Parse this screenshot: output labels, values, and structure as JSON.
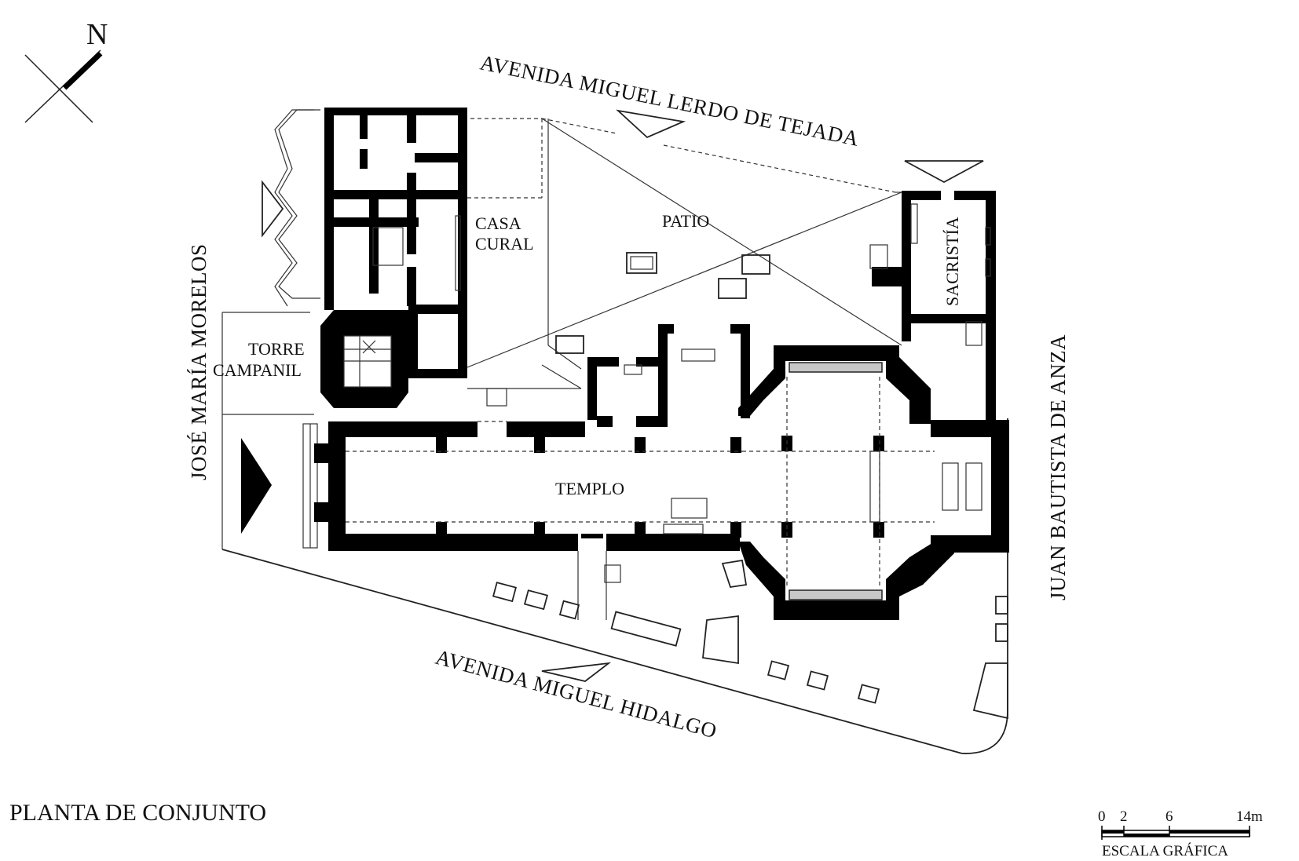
{
  "drawing": {
    "title": "PLANTA DE CONJUNTO",
    "north": "N",
    "rooms": {
      "casa_cural_line1": "CASA",
      "casa_cural_line2": "CURAL",
      "patio": "PATIO",
      "sacristia": "SACRISTÍA",
      "torre_line1": "TORRE",
      "torre_line2": "CAMPANIL",
      "templo": "TEMPLO"
    },
    "streets": {
      "north": "AVENIDA MIGUEL LERDO DE TEJADA",
      "west": "JOSÉ MARÍA MORELOS",
      "east": "JUAN BAUTISTA DE ANZA",
      "south": "AVENIDA MIGUEL HIDALGO"
    },
    "scale": {
      "label": "ESCALA GRÁFICA",
      "ticks": [
        "0",
        "2",
        "6",
        "14m"
      ]
    }
  }
}
